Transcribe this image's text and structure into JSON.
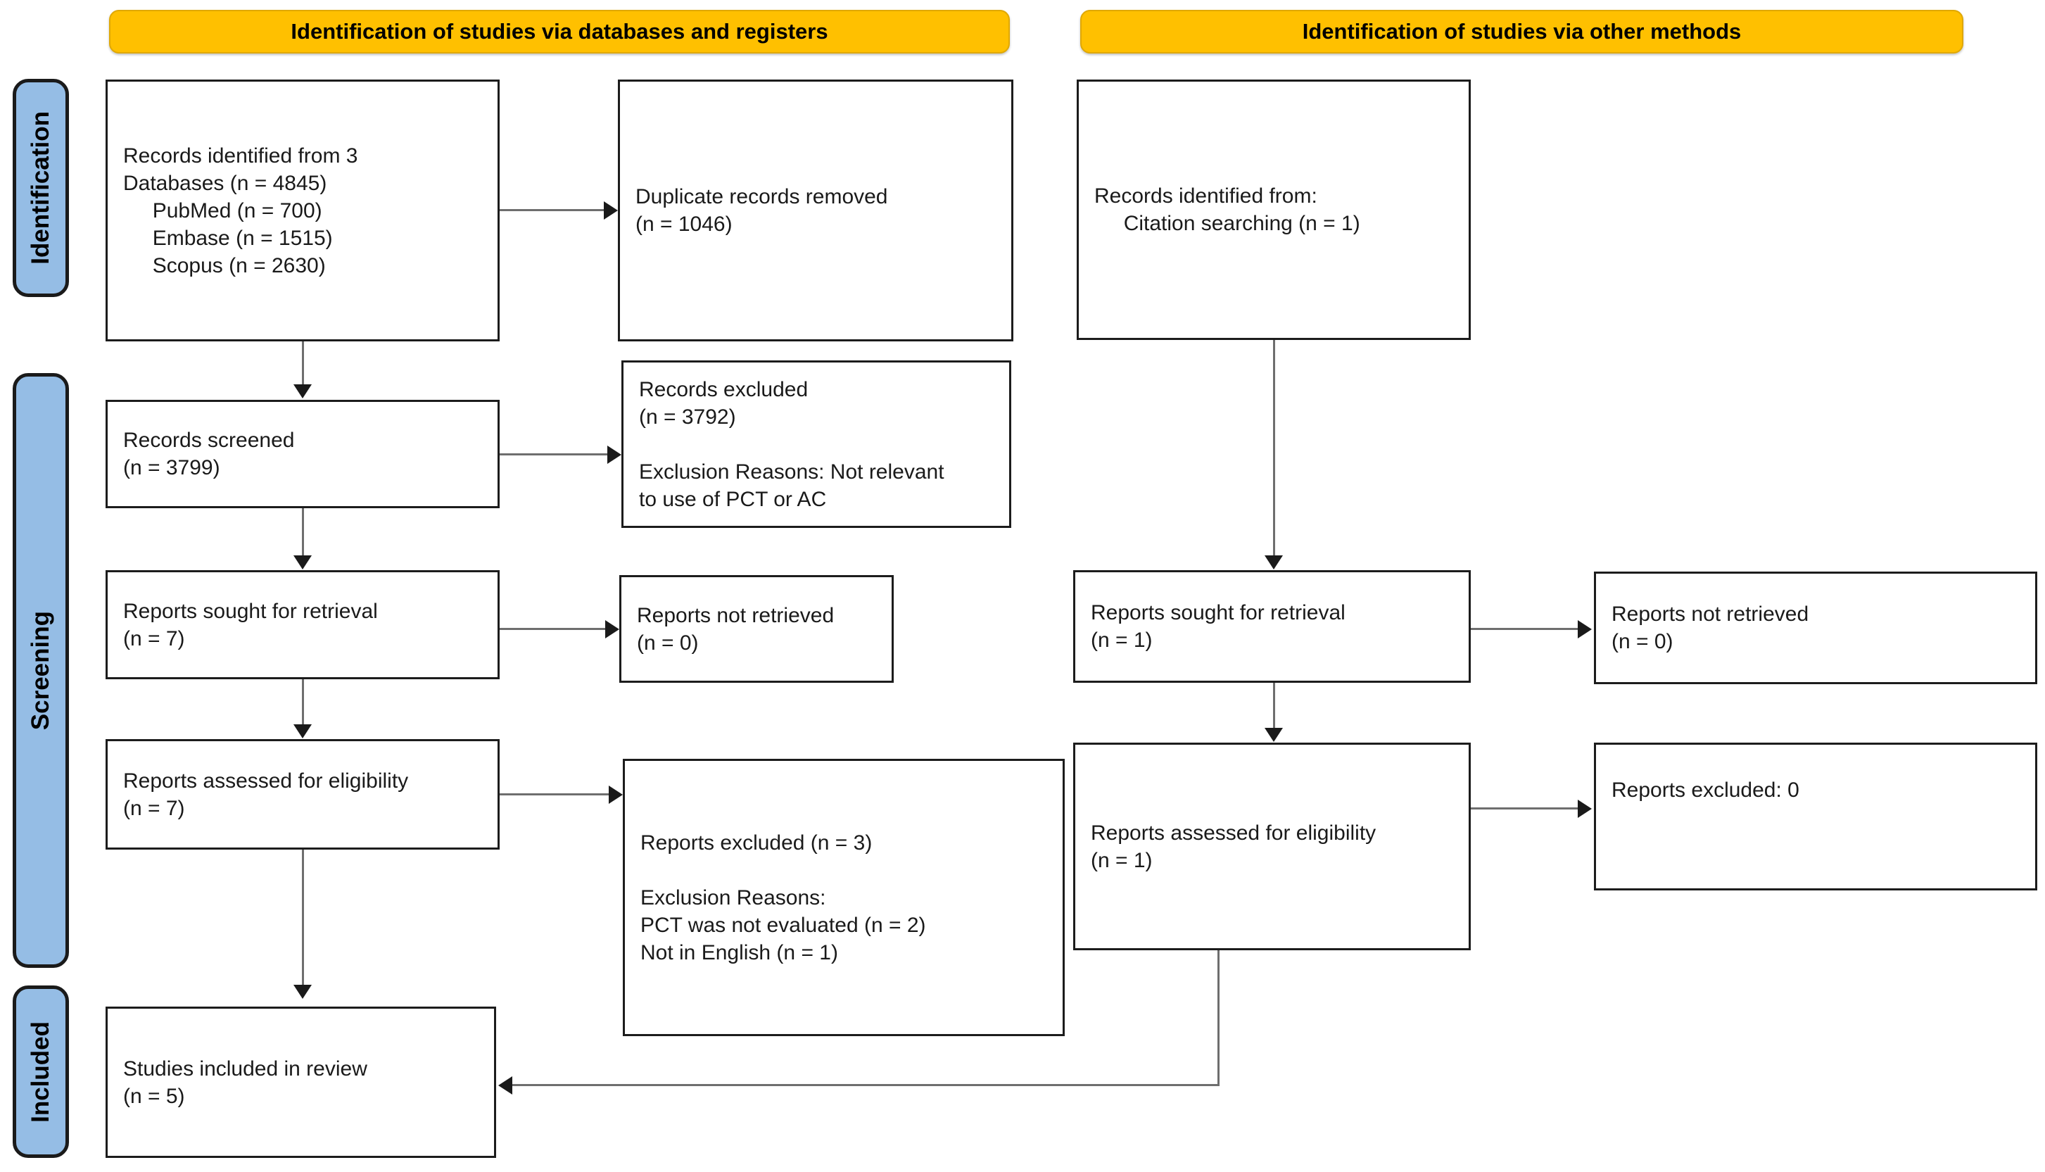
{
  "stages": [
    {
      "label": "Identification"
    },
    {
      "label": "Screening"
    },
    {
      "label": "Included"
    }
  ],
  "banners": {
    "left": "Identification of studies via databases and registers",
    "right": "Identification of studies via other methods"
  },
  "left_column": {
    "identified": "Records identified from 3\nDatabases (n = 4845)\n     PubMed (n = 700)\n     Embase (n = 1515)\n     Scopus (n = 2630)",
    "duplicates_removed": "Duplicate records removed\n(n = 1046)",
    "screened": "Records screened\n(n = 3799)",
    "records_excluded": "Records excluded\n(n = 3792)\n\nExclusion Reasons: Not relevant\nto use of PCT or AC",
    "sought": "Reports sought for retrieval\n(n = 7)",
    "not_retrieved": "Reports not retrieved\n(n = 0)",
    "assessed": "Reports assessed for eligibility\n(n = 7)",
    "reports_excluded": "Reports excluded (n = 3)\n\nExclusion Reasons:\nPCT was not evaluated (n = 2)\nNot in English (n = 1)",
    "included": "Studies included in review\n(n = 5)"
  },
  "right_column": {
    "identified": "Records identified from:\n     Citation searching (n = 1)",
    "sought": "Reports sought for retrieval\n(n = 1)",
    "not_retrieved": "Reports not retrieved\n(n = 0)",
    "assessed": "Reports assessed for eligibility\n(n = 1)",
    "reports_excluded": "Reports excluded: 0"
  },
  "colors": {
    "banner": "#FFC000",
    "stage": "#95BDE5",
    "box_border": "#1c1c1c",
    "connector": "#6e6e6e"
  }
}
